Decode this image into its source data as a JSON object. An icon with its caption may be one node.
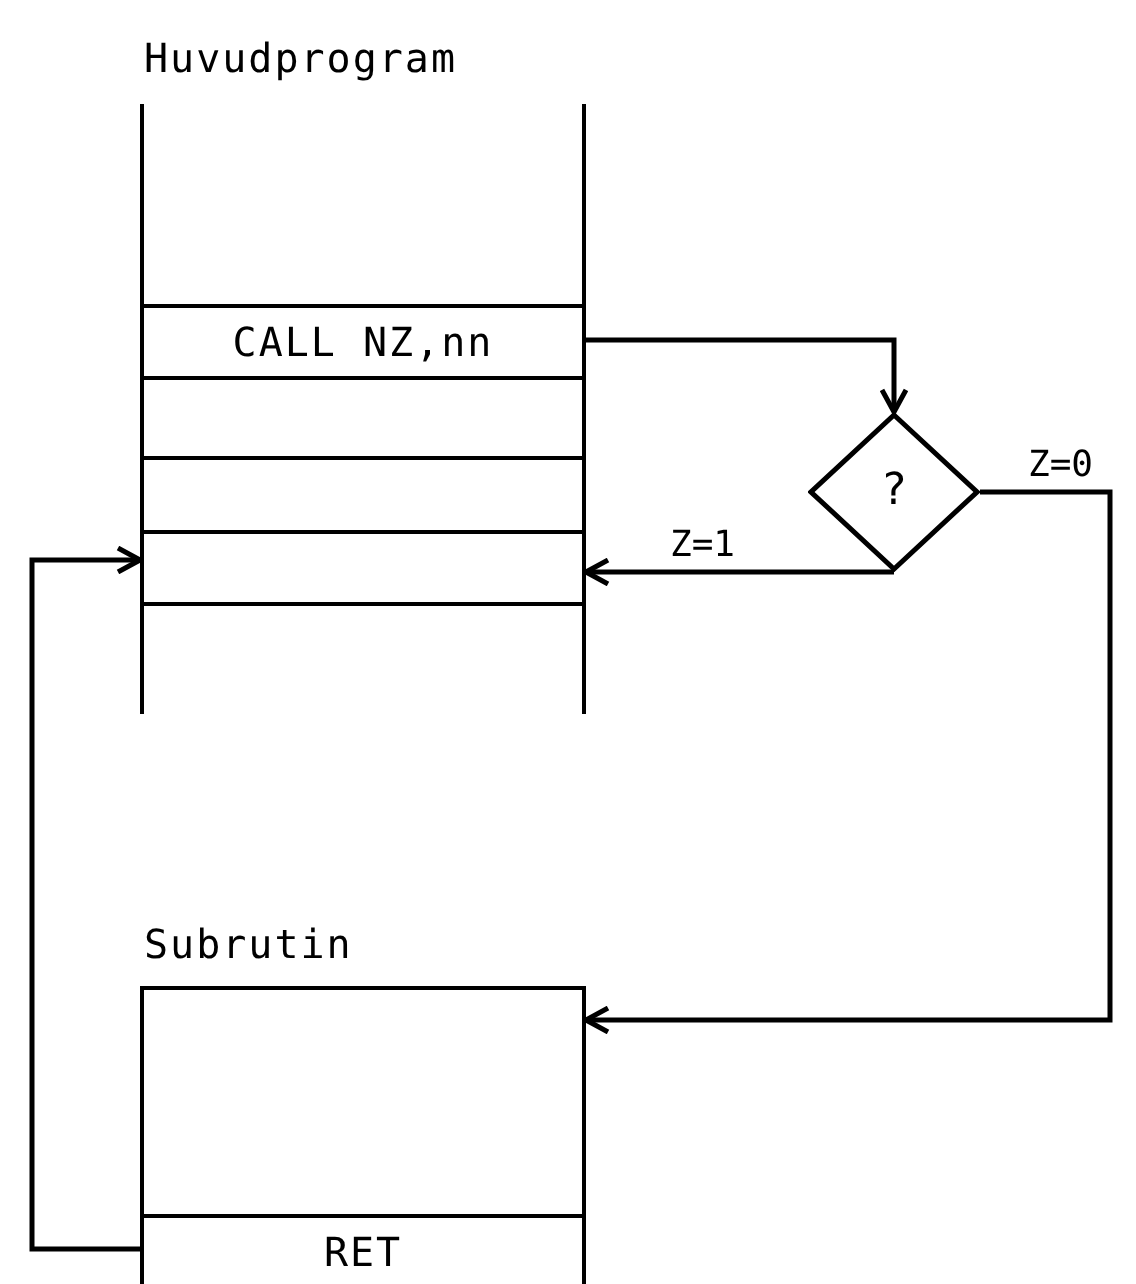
{
  "diagram": {
    "nodes": [
      {
        "text": [
          "Huvudprogram"
        ]
      },
      {
        "text": [
          "CALL NZ,nn"
        ],
        "in": 0
      },
      {
        "text": [],
        "shape": "box",
        "in": 0
      },
      {
        "text": [],
        "shape": "box",
        "in": 0
      },
      {
        "text": [],
        "shape": "box",
        "in": 0
      },
      {
        "text": [
          "?"
        ]
      },
      {
        "text": [
          "Subrutin"
        ]
      },
      {
        "text": [
          "RET"
        ],
        "in": 6
      }
    ],
    "edges": [
      {
        "from": 1,
        "to": 5,
        "arrow": "to"
      },
      {
        "from": 5,
        "to": 4,
        "arrow": "to",
        "label": "Z=1"
      },
      {
        "from": 5,
        "to": 6,
        "arrow": "to",
        "label": "Z=0"
      },
      {
        "from": 7,
        "to": 4,
        "arrow": "to"
      }
    ]
  }
}
